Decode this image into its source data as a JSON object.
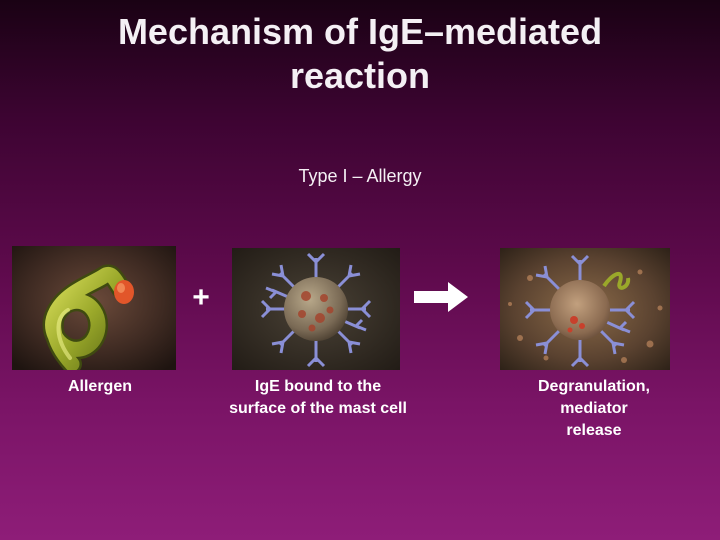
{
  "slide": {
    "title_line1": "Mechanism of  IgE–mediated",
    "title_line2": "reaction",
    "subtitle": "Type I – Allergy"
  },
  "panels": {
    "allergen": {
      "caption": "Allergen"
    },
    "ige_bound": {
      "caption_line1": "IgE bound to the",
      "caption_line2": "surface of the mast cell"
    },
    "degranulation": {
      "caption_line1": "Degranulation,",
      "caption_line2": "mediator",
      "caption_line3": "release"
    }
  },
  "operators": {
    "plus": "+"
  },
  "colors": {
    "background_top": "#1a0214",
    "background_bottom": "#8e1d78",
    "text": "#ffffff",
    "allergen_body": "#9aa82a",
    "allergen_tip": "#e2562a",
    "mast_cell": "#7a6a55",
    "receptor": "#8a8fd6"
  }
}
